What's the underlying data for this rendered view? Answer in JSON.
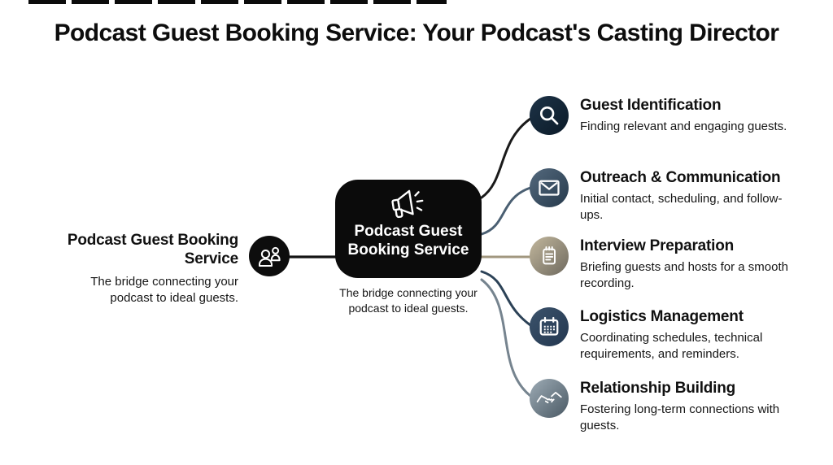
{
  "header_bar": {
    "color": "#0b0b0b"
  },
  "title": "Podcast Guest Booking Service: Your Podcast's Casting Director",
  "left_node": {
    "title": "Podcast Guest Booking Service",
    "description": "The bridge connecting your podcast to ideal guests.",
    "icon": "people-icon",
    "circle_color": "#0d0d0d",
    "line_color": "#141414"
  },
  "center_node": {
    "title_line1": "Podcast Guest",
    "title_line2": "Booking Service",
    "description": "The bridge connecting your podcast to ideal guests.",
    "icon": "megaphone-icon",
    "bg_color": "#0b0b0b",
    "text_color": "#ffffff"
  },
  "branches": [
    {
      "title": "Guest Identification",
      "description": "Finding relevant and engaging guests.",
      "icon": "magnifier-icon",
      "circle_from": "#1d3347",
      "circle_to": "#0b1a28",
      "line_color": "#1a1a1a"
    },
    {
      "title": "Outreach & Communication",
      "description": "Initial contact, scheduling, and follow-ups.",
      "icon": "envelope-icon",
      "circle_from": "#54697d",
      "circle_to": "#263a4c",
      "line_color": "#4a5f72"
    },
    {
      "title": "Interview Preparation",
      "description": "Briefing guests and hosts for a smooth recording.",
      "icon": "notepad-icon",
      "circle_from": "#c2b79d",
      "circle_to": "#6e695e",
      "line_color": "#a1977f"
    },
    {
      "title": "Logistics Management",
      "description": "Coordinating schedules, technical requirements, and reminders.",
      "icon": "calendar-icon",
      "circle_from": "#3c536b",
      "circle_to": "#233750",
      "line_color": "#2c4257"
    },
    {
      "title": "Relationship Building",
      "description": "Fostering long-term connections with guests.",
      "icon": "handshake-icon",
      "circle_from": "#9dabb5",
      "circle_to": "#4a5964",
      "line_color": "#76848f"
    }
  ]
}
